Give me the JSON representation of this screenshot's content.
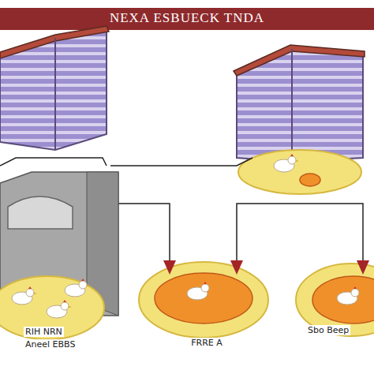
{
  "diagram": {
    "title": "NEXA ESBUECK TNDA",
    "labels": [
      "RIH NRN",
      "Aneel EBBS",
      "FRRE A",
      "Sbo Beep"
    ]
  }
}
